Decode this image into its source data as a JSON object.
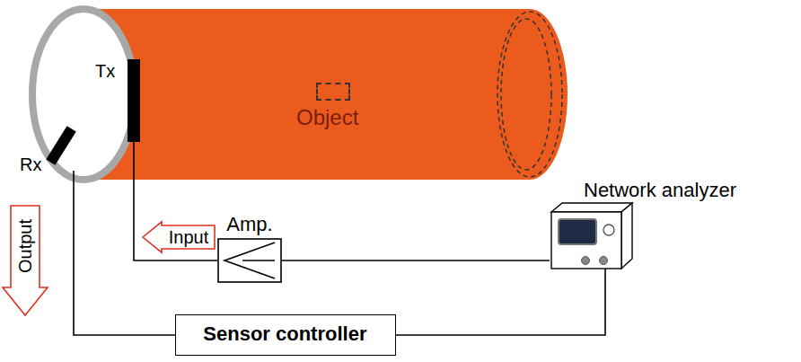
{
  "diagram": {
    "nodes": [
      {
        "text": [
          "Tx"
        ]
      },
      {
        "text": [
          "Object"
        ]
      },
      {
        "text": [
          "Rx"
        ]
      },
      {
        "text": [
          "Input"
        ]
      },
      {
        "text": [
          "Amp."
        ]
      },
      {
        "text": [
          "Network analyzer"
        ]
      },
      {
        "text": [
          "Output"
        ]
      },
      {
        "text": [
          "Sensor controller"
        ]
      }
    ],
    "edges": [
      {
        "from": 4,
        "to": 0,
        "arrow": "none"
      },
      {
        "from": 4,
        "to": 5,
        "arrow": "none"
      },
      {
        "from": 2,
        "to": 7,
        "arrow": "none"
      },
      {
        "from": 7,
        "to": 5,
        "arrow": "none"
      }
    ]
  }
}
